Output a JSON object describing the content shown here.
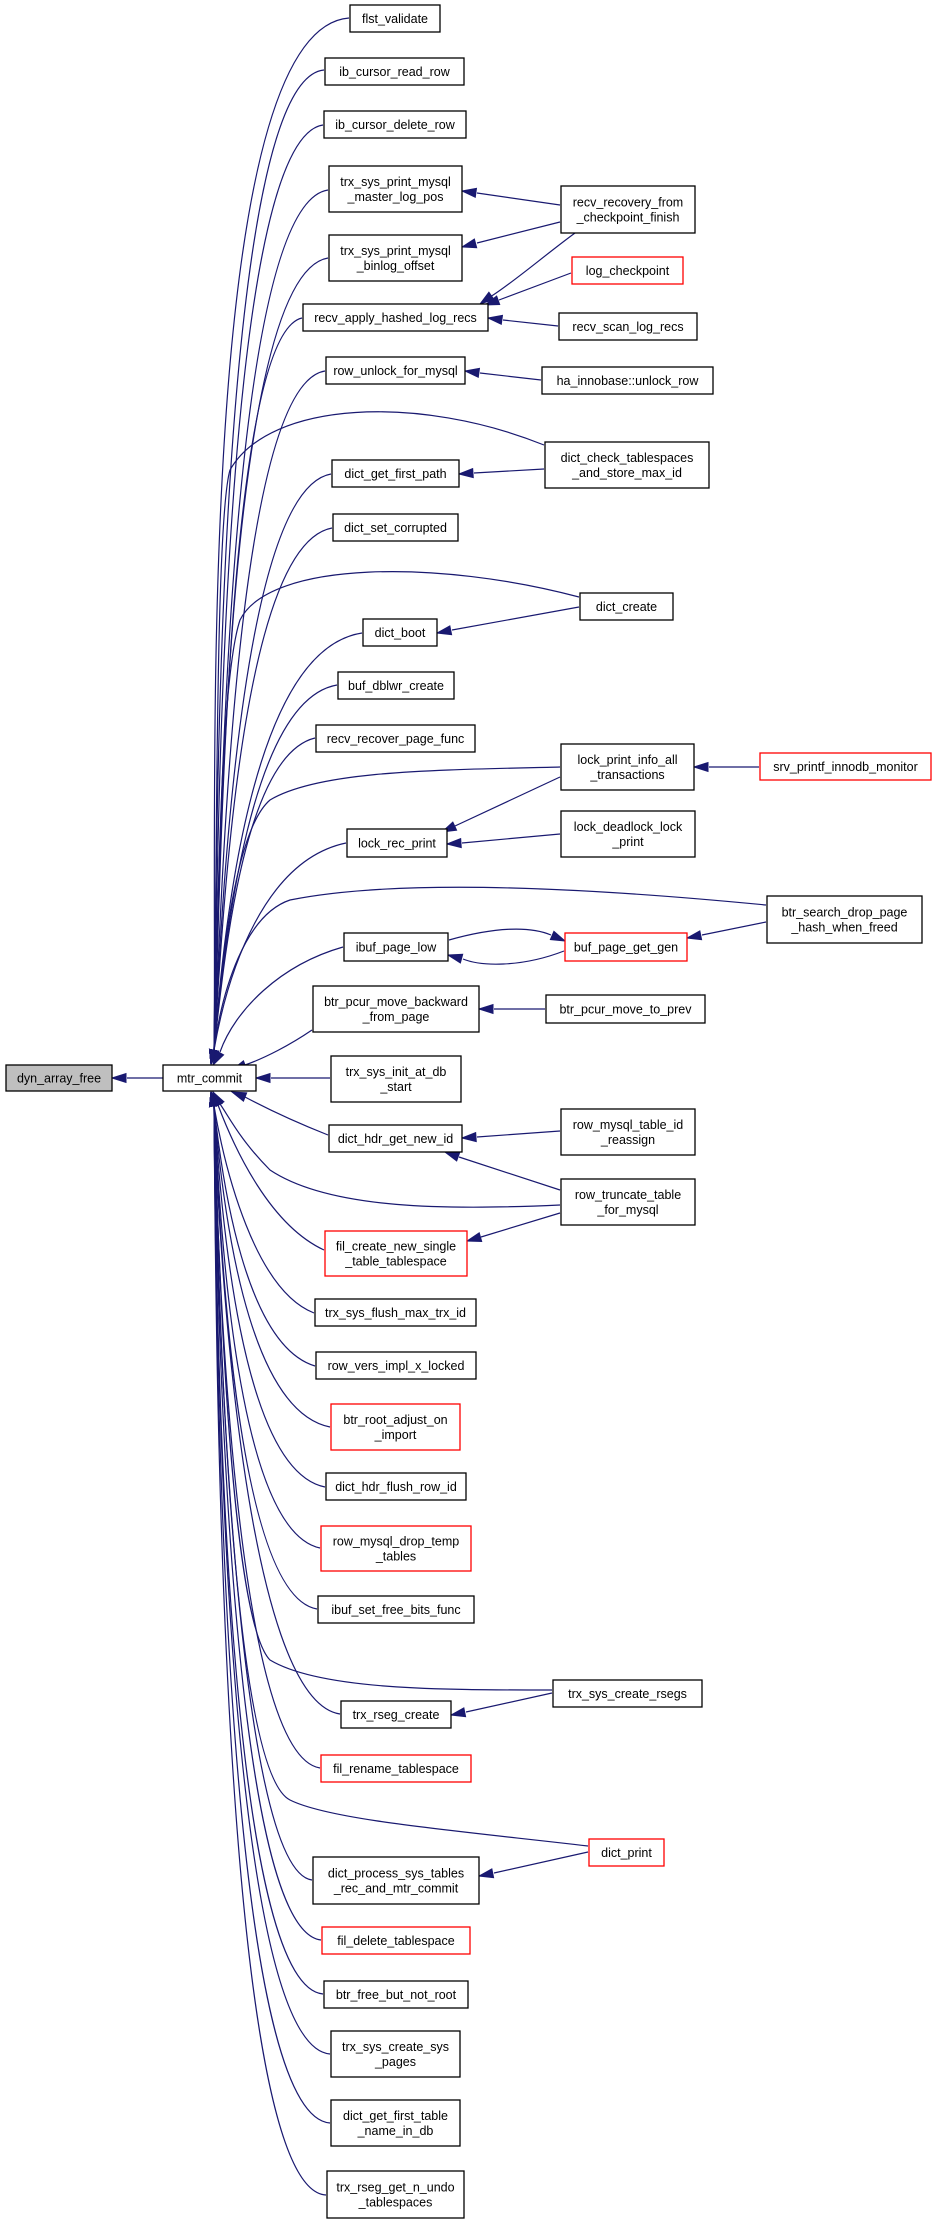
{
  "nodes": [
    {
      "id": "dyn_array_free",
      "lines": [
        "dyn_array_free"
      ],
      "border": "black",
      "fill": "gray"
    },
    {
      "id": "mtr_commit",
      "lines": [
        "mtr_commit"
      ],
      "border": "black"
    },
    {
      "id": "flst_validate",
      "lines": [
        "flst_validate"
      ],
      "border": "black"
    },
    {
      "id": "ib_cursor_read_row",
      "lines": [
        "ib_cursor_read_row"
      ],
      "border": "black"
    },
    {
      "id": "ib_cursor_delete_row",
      "lines": [
        "ib_cursor_delete_row"
      ],
      "border": "black"
    },
    {
      "id": "trx_sys_print_mysql_master_log_pos",
      "lines": [
        "trx_sys_print_mysql",
        "_master_log_pos"
      ],
      "border": "black"
    },
    {
      "id": "trx_sys_print_mysql_binlog_offset",
      "lines": [
        "trx_sys_print_mysql",
        "_binlog_offset"
      ],
      "border": "black"
    },
    {
      "id": "recv_apply_hashed_log_recs",
      "lines": [
        "recv_apply_hashed_log_recs"
      ],
      "border": "black"
    },
    {
      "id": "row_unlock_for_mysql",
      "lines": [
        "row_unlock_for_mysql"
      ],
      "border": "black"
    },
    {
      "id": "dict_get_first_path",
      "lines": [
        "dict_get_first_path"
      ],
      "border": "black"
    },
    {
      "id": "dict_set_corrupted",
      "lines": [
        "dict_set_corrupted"
      ],
      "border": "black"
    },
    {
      "id": "dict_boot",
      "lines": [
        "dict_boot"
      ],
      "border": "black"
    },
    {
      "id": "buf_dblwr_create",
      "lines": [
        "buf_dblwr_create"
      ],
      "border": "black"
    },
    {
      "id": "recv_recover_page_func",
      "lines": [
        "recv_recover_page_func"
      ],
      "border": "black"
    },
    {
      "id": "lock_rec_print",
      "lines": [
        "lock_rec_print"
      ],
      "border": "black"
    },
    {
      "id": "ibuf_page_low",
      "lines": [
        "ibuf_page_low"
      ],
      "border": "black"
    },
    {
      "id": "btr_pcur_move_backward_from_page",
      "lines": [
        "btr_pcur_move_backward",
        "_from_page"
      ],
      "border": "black"
    },
    {
      "id": "trx_sys_init_at_db_start",
      "lines": [
        "trx_sys_init_at_db",
        "_start"
      ],
      "border": "black"
    },
    {
      "id": "dict_hdr_get_new_id",
      "lines": [
        "dict_hdr_get_new_id"
      ],
      "border": "black"
    },
    {
      "id": "fil_create_new_single_table_tablespace",
      "lines": [
        "fil_create_new_single",
        "_table_tablespace"
      ],
      "border": "red"
    },
    {
      "id": "trx_sys_flush_max_trx_id",
      "lines": [
        "trx_sys_flush_max_trx_id"
      ],
      "border": "black"
    },
    {
      "id": "row_vers_impl_x_locked",
      "lines": [
        "row_vers_impl_x_locked"
      ],
      "border": "black"
    },
    {
      "id": "btr_root_adjust_on_import",
      "lines": [
        "btr_root_adjust_on",
        "_import"
      ],
      "border": "red"
    },
    {
      "id": "dict_hdr_flush_row_id",
      "lines": [
        "dict_hdr_flush_row_id"
      ],
      "border": "black"
    },
    {
      "id": "row_mysql_drop_temp_tables",
      "lines": [
        "row_mysql_drop_temp",
        "_tables"
      ],
      "border": "red"
    },
    {
      "id": "ibuf_set_free_bits_func",
      "lines": [
        "ibuf_set_free_bits_func"
      ],
      "border": "black"
    },
    {
      "id": "trx_rseg_create",
      "lines": [
        "trx_rseg_create"
      ],
      "border": "black"
    },
    {
      "id": "fil_rename_tablespace",
      "lines": [
        "fil_rename_tablespace"
      ],
      "border": "red"
    },
    {
      "id": "dict_process_sys_tables_rec_and_mtr_commit",
      "lines": [
        "dict_process_sys_tables",
        "_rec_and_mtr_commit"
      ],
      "border": "black"
    },
    {
      "id": "fil_delete_tablespace",
      "lines": [
        "fil_delete_tablespace"
      ],
      "border": "red"
    },
    {
      "id": "btr_free_but_not_root",
      "lines": [
        "btr_free_but_not_root"
      ],
      "border": "black"
    },
    {
      "id": "trx_sys_create_sys_pages",
      "lines": [
        "trx_sys_create_sys",
        "_pages"
      ],
      "border": "black"
    },
    {
      "id": "dict_get_first_table_name_in_db",
      "lines": [
        "dict_get_first_table",
        "_name_in_db"
      ],
      "border": "black"
    },
    {
      "id": "trx_rseg_get_n_undo_tablespaces",
      "lines": [
        "trx_rseg_get_n_undo",
        "_tablespaces"
      ],
      "border": "black"
    },
    {
      "id": "recv_recovery_from_checkpoint_finish",
      "lines": [
        "recv_recovery_from",
        "_checkpoint_finish"
      ],
      "border": "black"
    },
    {
      "id": "log_checkpoint",
      "lines": [
        "log_checkpoint"
      ],
      "border": "red"
    },
    {
      "id": "recv_scan_log_recs",
      "lines": [
        "recv_scan_log_recs"
      ],
      "border": "black"
    },
    {
      "id": "ha_innobase_unlock_row",
      "lines": [
        "ha_innobase::unlock_row"
      ],
      "border": "black"
    },
    {
      "id": "dict_check_tablespaces_and_store_max_id",
      "lines": [
        "dict_check_tablespaces",
        "_and_store_max_id"
      ],
      "border": "black"
    },
    {
      "id": "dict_create",
      "lines": [
        "dict_create"
      ],
      "border": "black"
    },
    {
      "id": "lock_print_info_all_transactions",
      "lines": [
        "lock_print_info_all",
        "_transactions"
      ],
      "border": "black"
    },
    {
      "id": "lock_deadlock_lock_print",
      "lines": [
        "lock_deadlock_lock",
        "_print"
      ],
      "border": "black"
    },
    {
      "id": "srv_printf_innodb_monitor",
      "lines": [
        "srv_printf_innodb_monitor"
      ],
      "border": "red"
    },
    {
      "id": "btr_search_drop_page_hash_when_freed",
      "lines": [
        "btr_search_drop_page",
        "_hash_when_freed"
      ],
      "border": "black"
    },
    {
      "id": "buf_page_get_gen",
      "lines": [
        "buf_page_get_gen"
      ],
      "border": "red"
    },
    {
      "id": "btr_pcur_move_to_prev",
      "lines": [
        "btr_pcur_move_to_prev"
      ],
      "border": "black"
    },
    {
      "id": "row_mysql_table_id_reassign",
      "lines": [
        "row_mysql_table_id",
        "_reassign"
      ],
      "border": "black"
    },
    {
      "id": "row_truncate_table_for_mysql",
      "lines": [
        "row_truncate_table",
        "_for_mysql"
      ],
      "border": "black"
    },
    {
      "id": "trx_sys_create_rsegs",
      "lines": [
        "trx_sys_create_rsegs"
      ],
      "border": "black"
    },
    {
      "id": "dict_print",
      "lines": [
        "dict_print"
      ],
      "border": "red"
    }
  ],
  "edges": [
    {
      "from": "mtr_commit",
      "to": "dyn_array_free"
    },
    {
      "from": "flst_validate",
      "to": "mtr_commit"
    },
    {
      "from": "ib_cursor_read_row",
      "to": "mtr_commit"
    },
    {
      "from": "ib_cursor_delete_row",
      "to": "mtr_commit"
    },
    {
      "from": "trx_sys_print_mysql_master_log_pos",
      "to": "mtr_commit"
    },
    {
      "from": "trx_sys_print_mysql_binlog_offset",
      "to": "mtr_commit"
    },
    {
      "from": "recv_apply_hashed_log_recs",
      "to": "mtr_commit"
    },
    {
      "from": "row_unlock_for_mysql",
      "to": "mtr_commit"
    },
    {
      "from": "dict_check_tablespaces_and_store_max_id",
      "to": "mtr_commit"
    },
    {
      "from": "dict_get_first_path",
      "to": "mtr_commit"
    },
    {
      "from": "dict_set_corrupted",
      "to": "mtr_commit"
    },
    {
      "from": "dict_create",
      "to": "mtr_commit"
    },
    {
      "from": "dict_boot",
      "to": "mtr_commit"
    },
    {
      "from": "buf_dblwr_create",
      "to": "mtr_commit"
    },
    {
      "from": "recv_recover_page_func",
      "to": "mtr_commit"
    },
    {
      "from": "lock_print_info_all_transactions",
      "to": "mtr_commit"
    },
    {
      "from": "lock_rec_print",
      "to": "mtr_commit"
    },
    {
      "from": "btr_search_drop_page_hash_when_freed",
      "to": "mtr_commit"
    },
    {
      "from": "ibuf_page_low",
      "to": "mtr_commit"
    },
    {
      "from": "btr_pcur_move_backward_from_page",
      "to": "mtr_commit"
    },
    {
      "from": "trx_sys_init_at_db_start",
      "to": "mtr_commit"
    },
    {
      "from": "dict_hdr_get_new_id",
      "to": "mtr_commit"
    },
    {
      "from": "row_truncate_table_for_mysql",
      "to": "mtr_commit"
    },
    {
      "from": "fil_create_new_single_table_tablespace",
      "to": "mtr_commit"
    },
    {
      "from": "trx_sys_flush_max_trx_id",
      "to": "mtr_commit"
    },
    {
      "from": "row_vers_impl_x_locked",
      "to": "mtr_commit"
    },
    {
      "from": "btr_root_adjust_on_import",
      "to": "mtr_commit"
    },
    {
      "from": "dict_hdr_flush_row_id",
      "to": "mtr_commit"
    },
    {
      "from": "row_mysql_drop_temp_tables",
      "to": "mtr_commit"
    },
    {
      "from": "ibuf_set_free_bits_func",
      "to": "mtr_commit"
    },
    {
      "from": "trx_sys_create_rsegs",
      "to": "mtr_commit"
    },
    {
      "from": "trx_rseg_create",
      "to": "mtr_commit"
    },
    {
      "from": "fil_rename_tablespace",
      "to": "mtr_commit"
    },
    {
      "from": "dict_print",
      "to": "mtr_commit"
    },
    {
      "from": "dict_process_sys_tables_rec_and_mtr_commit",
      "to": "mtr_commit"
    },
    {
      "from": "fil_delete_tablespace",
      "to": "mtr_commit"
    },
    {
      "from": "btr_free_but_not_root",
      "to": "mtr_commit"
    },
    {
      "from": "trx_sys_create_sys_pages",
      "to": "mtr_commit"
    },
    {
      "from": "dict_get_first_table_name_in_db",
      "to": "mtr_commit"
    },
    {
      "from": "trx_rseg_get_n_undo_tablespaces",
      "to": "mtr_commit"
    },
    {
      "from": "recv_recovery_from_checkpoint_finish",
      "to": "trx_sys_print_mysql_master_log_pos"
    },
    {
      "from": "recv_recovery_from_checkpoint_finish",
      "to": "trx_sys_print_mysql_binlog_offset"
    },
    {
      "from": "recv_recovery_from_checkpoint_finish",
      "to": "recv_apply_hashed_log_recs"
    },
    {
      "from": "log_checkpoint",
      "to": "recv_apply_hashed_log_recs"
    },
    {
      "from": "recv_scan_log_recs",
      "to": "recv_apply_hashed_log_recs"
    },
    {
      "from": "ha_innobase_unlock_row",
      "to": "row_unlock_for_mysql"
    },
    {
      "from": "dict_check_tablespaces_and_store_max_id",
      "to": "dict_get_first_path"
    },
    {
      "from": "dict_create",
      "to": "dict_boot"
    },
    {
      "from": "lock_print_info_all_transactions",
      "to": "lock_rec_print"
    },
    {
      "from": "lock_deadlock_lock_print",
      "to": "lock_rec_print"
    },
    {
      "from": "srv_printf_innodb_monitor",
      "to": "lock_print_info_all_transactions"
    },
    {
      "from": "buf_page_get_gen",
      "to": "ibuf_page_low"
    },
    {
      "from": "ibuf_page_low",
      "to": "buf_page_get_gen"
    },
    {
      "from": "btr_search_drop_page_hash_when_freed",
      "to": "buf_page_get_gen"
    },
    {
      "from": "btr_pcur_move_to_prev",
      "to": "btr_pcur_move_backward_from_page"
    },
    {
      "from": "row_mysql_table_id_reassign",
      "to": "dict_hdr_get_new_id"
    },
    {
      "from": "row_truncate_table_for_mysql",
      "to": "dict_hdr_get_new_id"
    },
    {
      "from": "row_truncate_table_for_mysql",
      "to": "fil_create_new_single_table_tablespace"
    },
    {
      "from": "trx_sys_create_rsegs",
      "to": "trx_rseg_create"
    },
    {
      "from": "dict_print",
      "to": "dict_process_sys_tables_rec_and_mtr_commit"
    }
  ]
}
